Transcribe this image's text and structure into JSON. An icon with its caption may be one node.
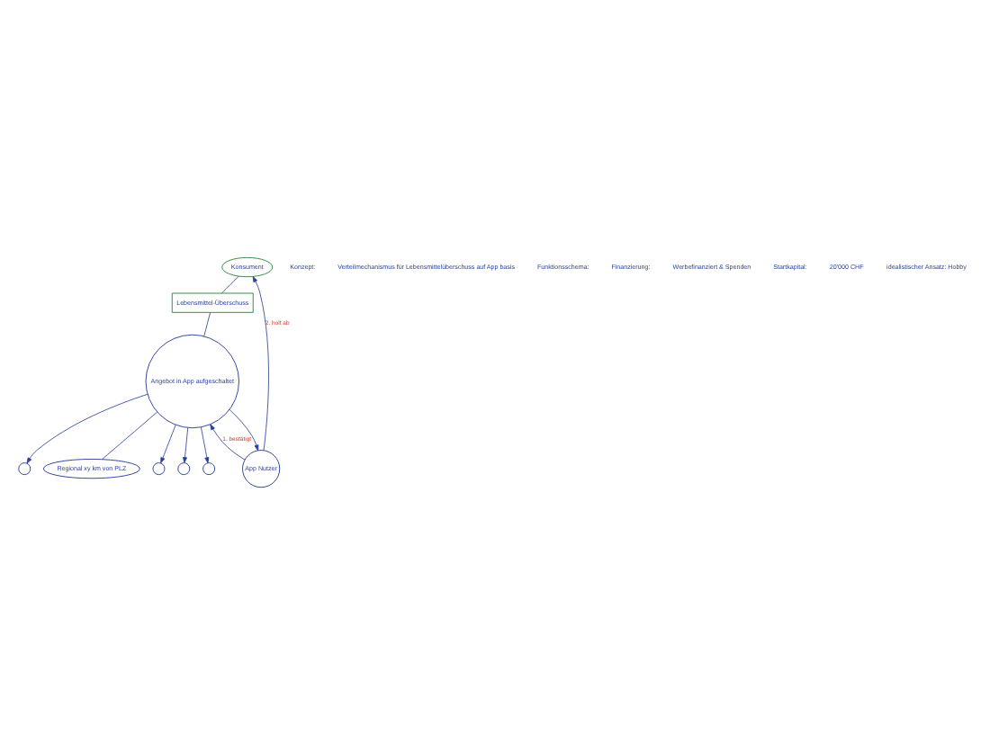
{
  "diagram": {
    "nodes": [
      {
        "text": [
          "Konsument"
        ]
      },
      {
        "text": [
          "Lebensmittel-Überschuss"
        ]
      },
      {
        "text": [
          "App Nutzer"
        ]
      },
      {
        "text": [
          "Angebot in App aufgeschaltet"
        ]
      },
      {
        "text": [],
        "shape": "circle"
      },
      {
        "text": [
          "Regional xy km von PLZ"
        ]
      },
      {
        "text": [],
        "shape": "circle"
      },
      {
        "text": [],
        "shape": "circle"
      },
      {
        "text": [],
        "shape": "circle"
      }
    ],
    "edges": [
      {
        "from": 0,
        "to": 1,
        "arrow": "none"
      },
      {
        "from": 1,
        "to": 3,
        "arrow": "none"
      },
      {
        "from": 2,
        "to": 0,
        "arrow": "to",
        "label": "2. holt ab"
      },
      {
        "from": 2,
        "to": 3,
        "arrow": "to",
        "label": "1. bestätigt"
      },
      {
        "from": 3,
        "to": 2,
        "arrow": "to"
      },
      {
        "from": 3,
        "to": 4,
        "arrow": "to"
      },
      {
        "from": 3,
        "to": 5,
        "arrow": "none"
      },
      {
        "from": 3,
        "to": 6,
        "arrow": "to"
      },
      {
        "from": 3,
        "to": 7,
        "arrow": "to"
      },
      {
        "from": 3,
        "to": 8,
        "arrow": "to"
      }
    ],
    "labels": [
      "Konzept:",
      "Verteilmechanismus für Lebensmittelüberschuss auf App basis",
      "Funktionsschema:",
      "Finanzierung:",
      "Werbefinanziert & Spenden",
      "Startkapital:",
      "20'000 CHF",
      "idealistischer Ansatz: Hobby"
    ]
  }
}
